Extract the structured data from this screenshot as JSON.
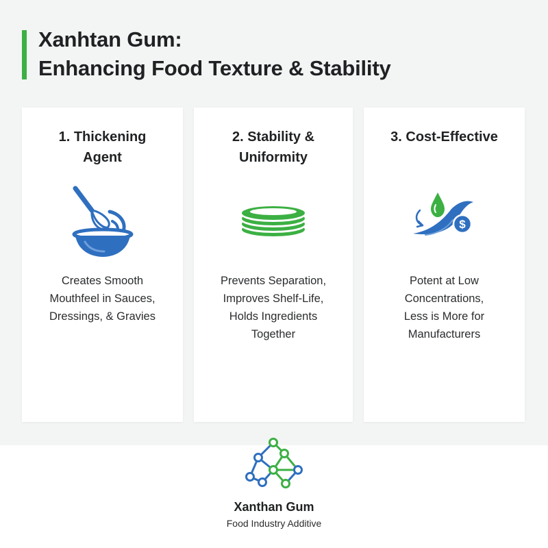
{
  "header": {
    "title_line1": "Xanhtan Gum:",
    "title_line2": "Enhancing Food Texture & Stability",
    "accent_color": "#3cb043"
  },
  "cards": [
    {
      "title": "1. Thickening\nAgent",
      "icon": "whisk-bowl-icon",
      "description": "Creates Smooth\nMouthfeel in Sauces,\nDressings, & Gravies"
    },
    {
      "title": "2. Stability &\nUniformity",
      "icon": "stacked-layers-icon",
      "description": "Prevents Separation,\nImproves Shelf-Life,\nHolds Ingredients\nTogether"
    },
    {
      "title": "3. Cost-Effective",
      "icon": "droplet-wave-dollar-icon",
      "description": "Potent at Low\nConcentrations,\nLess is More for\nManufacturers"
    }
  ],
  "footer": {
    "logo_icon": "molecule-network-icon",
    "title": "Xanthan Gum",
    "subtitle": "Food Industry Additive"
  },
  "colors": {
    "blue": "#2f6fbf",
    "green": "#3cb043",
    "background": "#f3f4f4"
  }
}
